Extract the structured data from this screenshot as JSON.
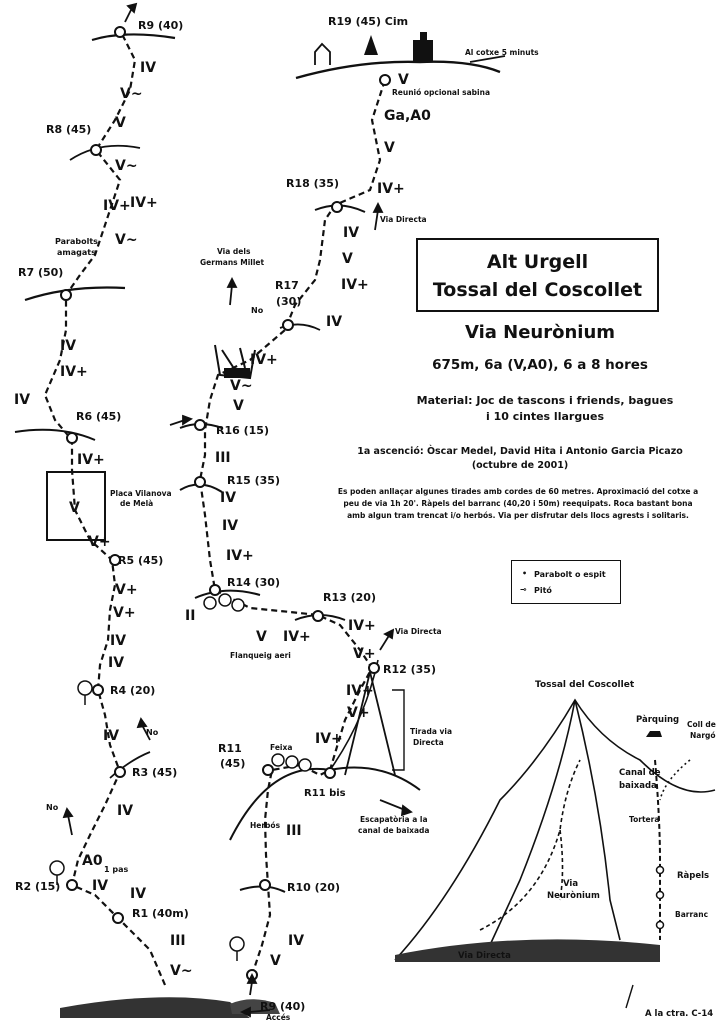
{
  "title": {
    "line1": "Alt Urgell",
    "line2": "Tossal del Coscollet"
  },
  "route": {
    "name": "Via Neurònium",
    "specs": "675m, 6a (V,A0), 6 a 8 hores",
    "material_1": "Material: Joc de tascons i friends, bagues",
    "material_2": "i 10 cintes llargues",
    "ascent_1": "1a ascenció: Òscar Medel, David Hita i Antonio Garcia Picazo",
    "ascent_2": "(octubre de 2001)",
    "notes": [
      "Es poden anllaçar algunes tirades amb cordes de 60 metres. Aproximació del cotxe a",
      "peu de via 1h 20'. Ràpels del barranc (40,20 i 50m) reequipats. Roca bastant bona",
      "amb algun tram trencat i/o herbós. Via per disfrutar dels llocs agrests i solitaris."
    ]
  },
  "legend": {
    "bolt": "Parabolt o espit",
    "piton": "Pitó"
  },
  "belays": {
    "r1": "R1 (40m)",
    "r2": "R2 (15)",
    "r3": "R3 (45)",
    "r4": "R4 (20)",
    "r5": "R5 (45)",
    "r6": "R6 (45)",
    "r7": "R7 (50)",
    "r8": "R8 (45)",
    "r9_top": "R9 (40)",
    "r9_bottom": "R9 (40)",
    "r10": "R10 (20)",
    "r11a": "R11",
    "r11b": "(45)",
    "r11bis": "R11 bis",
    "r12": "R12 (35)",
    "r13": "R13 (20)",
    "r14": "R14 (30)",
    "r15": "R15 (35)",
    "r16": "R16 (15)",
    "r17a": "R17",
    "r17b": "(30)",
    "r18": "R18 (35)",
    "r19": "R19 (45) Cim"
  },
  "grades": {
    "g_l1": "V~",
    "g_l2": "III",
    "g_l3": "IV",
    "g_l4": "A0",
    "g_l5": "IV",
    "g_l6": "IV",
    "g_l7": "IV",
    "g_l8": "IV",
    "g_l9": "IV",
    "g_l10": "V+",
    "g_l11": "V+",
    "g_l12": "IV+",
    "g_l13": "V+",
    "g_l14": "V",
    "g_l15": "IV+",
    "g_l16": "IV",
    "g_l17": "IV+",
    "g_l18": "IV",
    "g_l19": "V~",
    "g_l20": "IV+",
    "g_l21": "V~",
    "g_l22": "V",
    "g_l23": "V~",
    "g_l24": "IV",
    "g_r1": "V",
    "g_r2": "IV",
    "g_r3": "III",
    "g_r4": "IV+",
    "g_r5": "V+",
    "g_r6": "IV+",
    "g_r7": "IV+",
    "g_r8": "V+",
    "g_r9": "IV+",
    "g_r10": "V",
    "g_r11": "II",
    "g_r12": "IV+",
    "g_r13": "IV",
    "g_r14": "IV",
    "g_r15": "III",
    "g_r16": "V~",
    "g_r17": "IV+",
    "g_r18": "IV",
    "g_r19": "IV+",
    "g_r20": "V",
    "g_r21": "IV",
    "g_r22": "IV+",
    "g_r23": "V",
    "g_r24": "Ga,A0",
    "g_r25": "V",
    "g_r26": "V",
    "g_r27": "1 pas"
  },
  "labels": {
    "parabolts": "Parabolts",
    "amagats": "amagats",
    "placa1": "Placa Vilanova",
    "placa2": "de Melà",
    "no1": "No",
    "no2": "No",
    "no3": "No",
    "via_germans1": "Via dels",
    "via_germans2": "Germans Millet",
    "flanqueig": "Flanqueig aeri",
    "via_directa1": "Via Directa",
    "via_directa2": "Via Directa",
    "tirada1": "Tirada via",
    "tirada2": "Directa",
    "escapatoria1": "Escapatòria a la",
    "escapatoria2": "canal de baixada",
    "feixa": "Feixa",
    "herbos": "Herbós",
    "acces": "Accés",
    "reunio1": "Reunió opcional sabina",
    "cotxe": "Al cotxe 5 minuts"
  },
  "overview": {
    "summit": "Tossal del Coscollet",
    "parking": "Pàrquing",
    "coll1": "Coll de",
    "coll2": "Nargó",
    "canal1": "Canal de",
    "canal2": "baixada",
    "tortera": "Tortera",
    "rapels": "Ràpels",
    "barranc": "Barranc",
    "via_n1": "Via",
    "via_n2": "Neurònium",
    "via_directa": "Via Directa",
    "ctra": "A la ctra. C-14"
  }
}
